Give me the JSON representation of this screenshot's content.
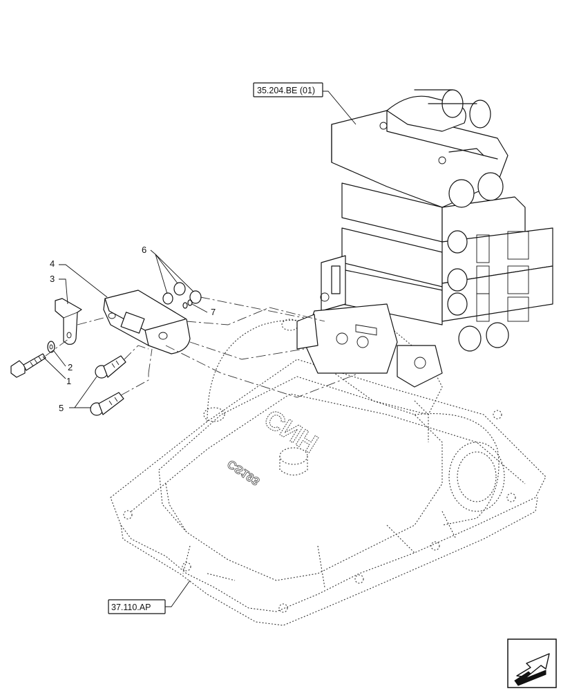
{
  "references": {
    "upper": "35.204.BE (01)",
    "lower": "37.110.AP"
  },
  "callouts": {
    "c1": "1",
    "c2": "2",
    "c3": "3",
    "c4": "4",
    "c5": "5",
    "c6": "6",
    "c7": "7"
  },
  "casting_marks": {
    "logo": "CNH",
    "code": "CS193"
  },
  "icons": {
    "nav": "next-page-arrow-icon"
  }
}
